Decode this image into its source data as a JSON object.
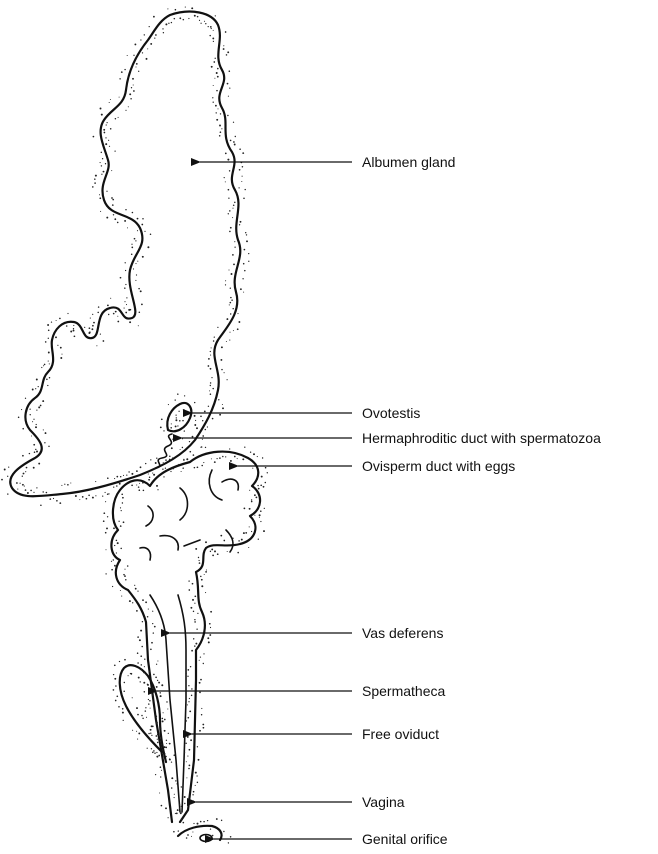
{
  "diagram": {
    "labels": {
      "albumen_gland": "Albumen gland",
      "ovotestis": "Ovotestis",
      "hermaphroditic_duct": "Hermaphroditic duct with spermatozoa",
      "ovisperm_duct": "Ovisperm duct with eggs",
      "vas_deferens": "Vas deferens",
      "spermatheca": "Spermatheca",
      "free_oviduct": "Free oviduct",
      "vagina": "Vagina",
      "genital_orifice": "Genital orifice"
    }
  }
}
